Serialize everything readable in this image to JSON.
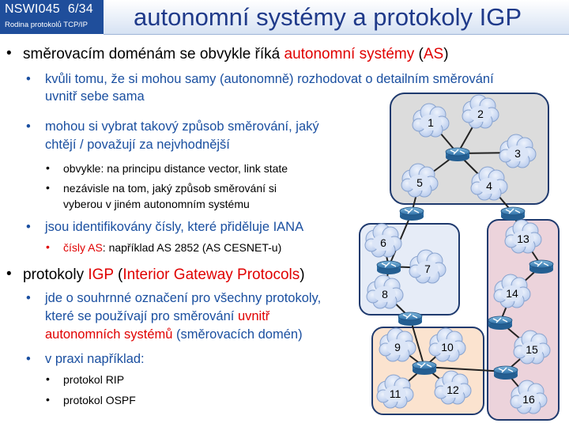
{
  "header": {
    "course_code": "NSWI045",
    "page": "6/34",
    "subtitle": "Rodina protokolů TCP/IP",
    "title": "autonomní systémy a protokoly IGP"
  },
  "content": {
    "b1_pre": "směrovacím doménám se obvykle říká ",
    "b1_red": "autonomní systémy",
    "b1_mid": " (",
    "b1_red2": "AS",
    "b1_post": ")",
    "b1_1a": "kvůli tomu, že si mohou samy (autonomně) rozhodovat o detailním směrování",
    "b1_1b": "uvnitř sebe sama",
    "b1_2a": "mohou si vybrat takový způsob směrování, jaký",
    "b1_2b": "chtějí / považují za nejvhodnější",
    "b1_2_1": "obvykle: na principu distance vector, link state",
    "b1_2_2a": "nezávisle na tom, jaký způsob směrování si",
    "b1_2_2b": "vyberou v jiném autonomním systému",
    "b1_3": "jsou identifikovány čísly, které přiděluje IANA",
    "b1_3_1_red": "čísly AS",
    "b1_3_1_post": ": například AS 2852 (AS CESNET-u)",
    "b2_pre": "protokoly ",
    "b2_red": "IGP",
    "b2_mid": " (",
    "b2_red2": "Interior Gateway Protocols",
    "b2_post": ")",
    "b2_1a": "jde o souhrnné označení pro všechny protokoly,",
    "b2_1b_pre": "které se používají pro směrování ",
    "b2_1b_red": "uvnitř",
    "b2_1c_red": "autonomních systémů",
    "b2_1c_post": " (směrovacích domén)",
    "b2_2": "v praxi například:",
    "b2_2_1": "protokol RIP",
    "b2_2_2": "protokol OSPF"
  },
  "diagram": {
    "networks": [
      "1",
      "2",
      "3",
      "4",
      "5",
      "6",
      "7",
      "8",
      "9",
      "10",
      "11",
      "12",
      "13",
      "14",
      "15",
      "16"
    ]
  },
  "colors": {
    "badge": "#1f4e9b",
    "title": "#1f3a8a",
    "bullet_blue": "#1a4fa0",
    "red": "#e00000",
    "as_top": "#dcdcdc",
    "as_left": "#e6ecf7",
    "as_bottom": "#fbe3cf",
    "as_right": "#ecd3db"
  }
}
